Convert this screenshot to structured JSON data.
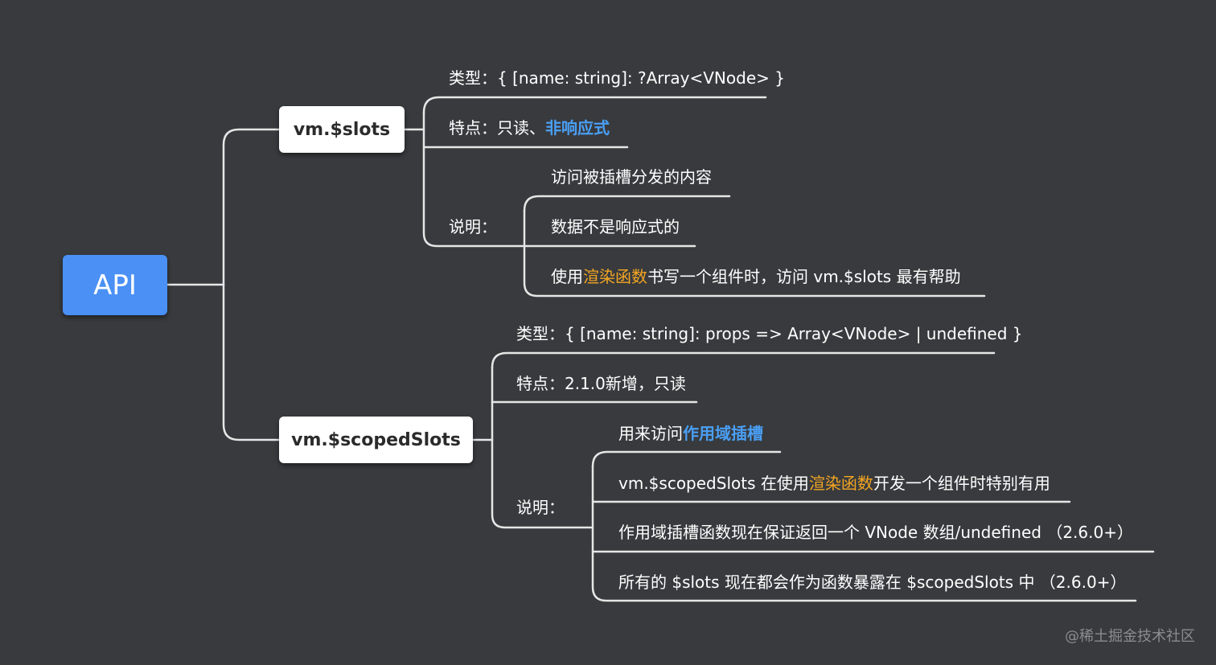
{
  "root": {
    "label": "API"
  },
  "slots": {
    "label": "vm.$slots",
    "type_text": "类型：{ [name: string]: ?Array<VNode> }",
    "feature_prefix": "特点：只读、",
    "feature_highlight": "非响应式",
    "desc_label": "说明：",
    "desc_1": "访问被插槽分发的内容",
    "desc_2": "数据不是响应式的",
    "desc_3_prefix": "使用",
    "desc_3_highlight": "渲染函数",
    "desc_3_suffix": "书写一个组件时，访问 vm.$slots 最有帮助"
  },
  "scoped": {
    "label": "vm.$scopedSlots",
    "type_text": "类型：{ [name: string]: props => Array<VNode> | undefined }",
    "feature_text": "特点：2.1.0新增，只读",
    "desc_label": "说明：",
    "desc_1_prefix": "用来访问",
    "desc_1_highlight": "作用域插槽",
    "desc_2_prefix": "vm.$scopedSlots 在使用",
    "desc_2_highlight": "渲染函数",
    "desc_2_suffix": "开发一个组件时特别有用",
    "desc_3": "作用域插槽函数现在保证返回一个 VNode 数组/undefined （2.6.0+）",
    "desc_4": "所有的 $slots 现在都会作为函数暴露在 $scopedSlots 中 （2.6.0+）"
  },
  "watermark": "@稀土掘金技术社区",
  "colors": {
    "background": "#383a3d",
    "root_fill": "#4a90f5",
    "connector": "#e6e6e6",
    "highlight_blue": "#4a9ff5",
    "highlight_orange": "#f5a623"
  }
}
